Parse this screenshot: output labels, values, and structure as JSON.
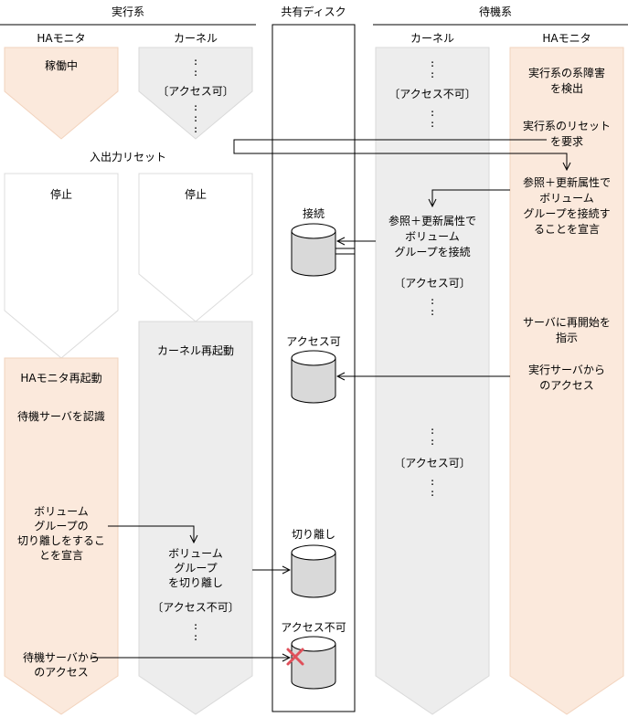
{
  "headers": {
    "active_system": "実行系",
    "shared_disk": "共有ディスク",
    "standby_system": "待機系"
  },
  "columns": {
    "active_ha": "HAモニタ",
    "active_kernel": "カーネル",
    "standby_kernel": "カーネル",
    "standby_ha": "HAモニタ"
  },
  "active_ha": {
    "running": "稼働中",
    "stopped": "停止",
    "restart": "HAモニタ再起動",
    "recognize": "待機サーバを認識",
    "declare_detach": [
      "ボリューム",
      "グループの",
      "切り離しをするこ",
      "とを宣言"
    ],
    "access_from_standby": [
      "待機サーバから",
      "のアクセス"
    ]
  },
  "active_kernel": {
    "access_ok": "〔アクセス可〕",
    "stopped": "停止",
    "restart": "カーネル再起動",
    "detach_vg": [
      "ボリューム",
      "グループ",
      "を切り離し"
    ],
    "access_ng": "〔アクセス不可〕"
  },
  "io_reset": "入出力リセット",
  "disk": {
    "connect": "接続",
    "access_ok": "アクセス可",
    "detach": "切り離し",
    "access_ng": "アクセス不可"
  },
  "standby_kernel": {
    "access_ng": "〔アクセス不可〕",
    "connect_vg": [
      "参照＋更新属性で",
      "ボリューム",
      "グループを接続"
    ],
    "access_ok": "〔アクセス可〕",
    "access_ok2": "〔アクセス可〕"
  },
  "standby_ha": {
    "detect_failure": [
      "実行系の系障害",
      "を検出"
    ],
    "request_reset": [
      "実行系のリセット",
      "を要求"
    ],
    "declare_connect": [
      "参照＋更新属性で",
      "ボリューム",
      "グループを接続す",
      "ることを宣言"
    ],
    "instruct_restart": [
      "サーバに再開始を",
      "指示"
    ],
    "access_from_active": [
      "実行サーバから",
      "のアクセス"
    ]
  },
  "colors": {
    "ha_fill": "#fbe9dc",
    "ha_border": "#f2d3bd",
    "kernel_fill": "#ededed",
    "kernel_border": "#d9d9d9",
    "stopped_border": "#dcdcdc",
    "failure_mark": "#e0505a"
  }
}
